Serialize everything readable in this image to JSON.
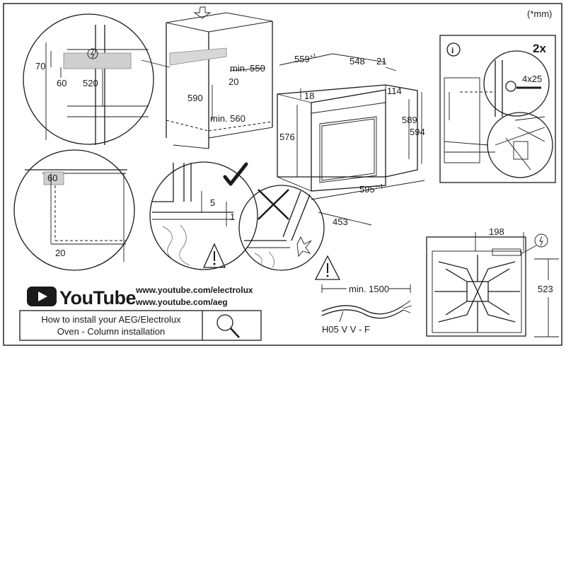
{
  "unit_note": "(*mm)",
  "top_niche": {
    "detail_a": {
      "dim_70": "70",
      "dim_60": "60",
      "dim_520": "520"
    },
    "detail_b": {
      "dim_60": "60",
      "dim_20": "20"
    },
    "cabinet": {
      "min_550": "min. 550",
      "dim_20": "20",
      "dim_590": "590",
      "min_560": "min. 560"
    }
  },
  "oven": {
    "dim_559": "559",
    "dim_559_sup": "+1",
    "dim_548": "548",
    "dim_21": "21",
    "dim_18": "18",
    "dim_114": "114",
    "dim_576": "576",
    "dim_589": "589",
    "dim_594": "594",
    "dim_595": "595",
    "dim_595_sup": "+-1",
    "dim_453": "453"
  },
  "gap_detail": {
    "dim_5": "5",
    "dim_1": "1"
  },
  "info_panel": {
    "multiplier": "2x",
    "screw": "4x25"
  },
  "cable": {
    "min_1500": "min. 1500",
    "type": "H05 V V - F"
  },
  "youtube": {
    "brand": "YouTube",
    "url_electrolux": "www.youtube.com/electrolux",
    "url_aeg": "www.youtube.com/aeg",
    "caption_line1": "How to install your AEG/Electrolux",
    "caption_line2": "Oven - Column installation"
  },
  "rear_view": {
    "dim_198": "198",
    "dim_523": "523"
  }
}
